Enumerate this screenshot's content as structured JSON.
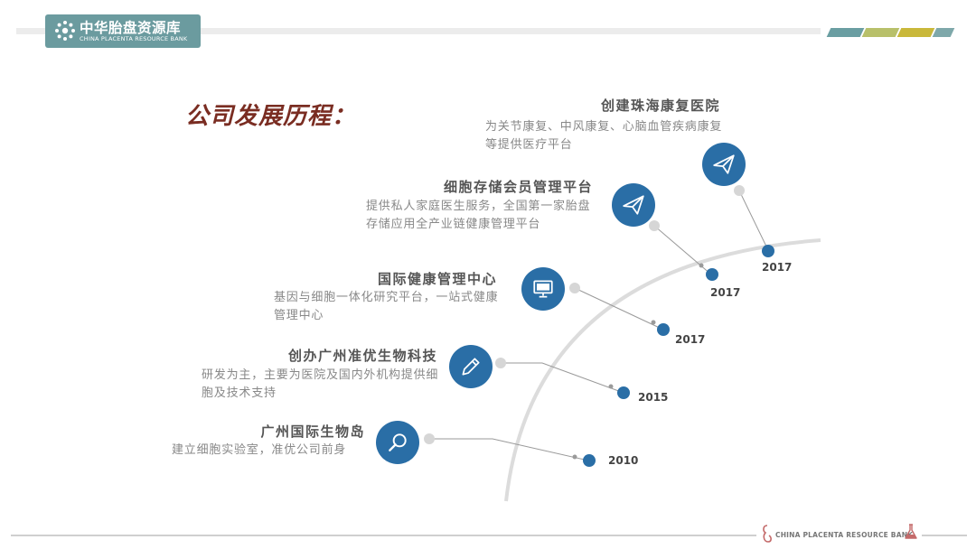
{
  "header": {
    "logo_cn": "中华胎盘资源库",
    "logo_en": "CHINA PLACENTA RESOURCE BANK",
    "bar_colors": [
      "#6a9ea2",
      "#b8c06a",
      "#c9b83a",
      "#7ea8aa"
    ]
  },
  "page_title": "公司发展历程：",
  "milestones": [
    {
      "title": "创建珠海康复医院",
      "desc": "为关节康复、中风康复、心脑血管疾病康复等提供医疗平台",
      "year": "2017",
      "icon": "paper-plane-icon"
    },
    {
      "title": "细胞存储会员管理平台",
      "desc": "提供私人家庭医生服务，全国第一家胎盘存储应用全产业链健康管理平台",
      "year": "2017",
      "icon": "paper-plane-icon"
    },
    {
      "title": "国际健康管理中心",
      "desc": "基因与细胞一体化研究平台，一站式健康管理中心",
      "year": "2017",
      "icon": "monitor-icon"
    },
    {
      "title": "创办广州准优生物科技",
      "desc": "研发为主，主要为医院及国内外机构提供细胞及技术支持",
      "year": "2015",
      "icon": "pencil-icon"
    },
    {
      "title": "广州国际生物岛",
      "desc": "建立细胞实验室，准优公司前身",
      "year": "2010",
      "icon": "magnifier-icon"
    }
  ],
  "colors": {
    "accent": "#2a6ea6",
    "title": "#7a2d22",
    "logo_bg": "#6b9b9f"
  },
  "footer": {
    "text": "CHINA PLACENTA RESOURCE BANK"
  }
}
